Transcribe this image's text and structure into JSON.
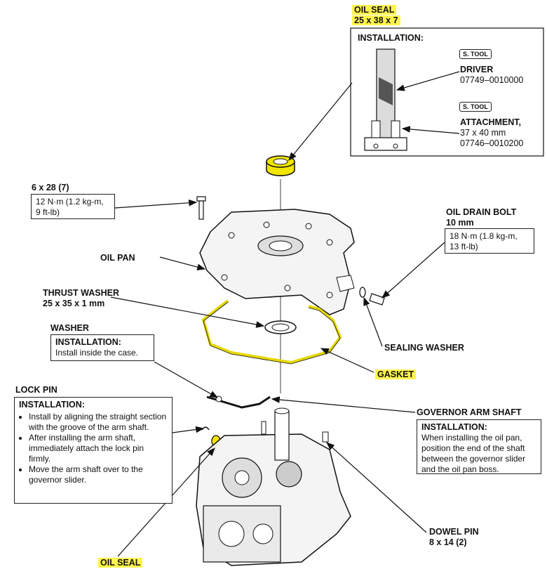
{
  "oil_seal_top": {
    "title": "OIL SEAL",
    "size": "25 x 38 x 7"
  },
  "install_panel": {
    "heading": "INSTALLATION:",
    "stool_label": "S. TOOL",
    "driver": {
      "name": "DRIVER",
      "part": "07749–0010000"
    },
    "attachment": {
      "name": "ATTACHMENT,",
      "size": "37 x 40 mm",
      "part": "07746–0010200"
    }
  },
  "bolt": {
    "title": "6 x 28 (7)",
    "torque1": "12 N·m (1.2 kg-m,",
    "torque2": "9 ft-lb)"
  },
  "oil_drain_bolt": {
    "title": "OIL DRAIN BOLT",
    "size": "10 mm",
    "torque1": "18 N·m (1.8 kg-m,",
    "torque2": "13 ft-lb)"
  },
  "oil_pan": "OIL PAN",
  "thrust_washer": {
    "title": "THRUST WASHER",
    "size": "25 x 35 x 1 mm"
  },
  "washer": {
    "title": "WASHER",
    "heading": "INSTALLATION:",
    "text": "Install inside the case."
  },
  "sealing_washer": "SEALING WASHER",
  "gasket": "GASKET",
  "lock_pin": {
    "title": "LOCK PIN",
    "heading": "INSTALLATION:",
    "items": [
      "Install by aligning the straight section with the groove of the arm shaft.",
      "After installing the arm shaft, immediately attach the lock pin firmly.",
      "Move the arm shaft over to the governor slider."
    ]
  },
  "governor_arm_shaft": {
    "title": "GOVERNOR ARM SHAFT",
    "heading": "INSTALLATION:",
    "text": "When installing the oil pan, position the end of the shaft between the governor slider and the oil pan boss."
  },
  "dowel_pin": {
    "title": "DOWEL PIN",
    "size": "8 x 14 (2)"
  },
  "oil_seal_bottom": "OIL SEAL",
  "colors": {
    "highlight": "#fff44f",
    "part_highlight": "#f2e600",
    "line": "#111111"
  }
}
